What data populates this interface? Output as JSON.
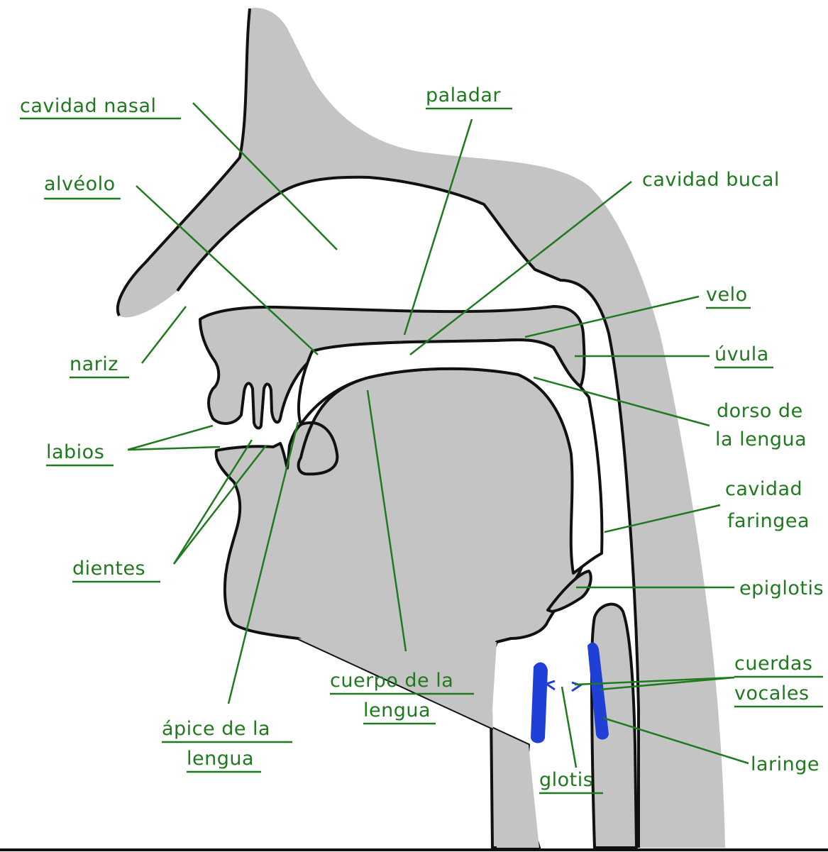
{
  "labels": {
    "cavidad_nasal": "cavidad nasal",
    "paladar": "paladar",
    "alveolo": "alvéolo",
    "cavidad_bucal": "cavidad bucal",
    "velo": "velo",
    "nariz": "nariz",
    "uvula": "úvula",
    "dorso_l1": "dorso de",
    "dorso_l2": "la lengua",
    "labios": "labios",
    "faringea_l1": "cavidad",
    "faringea_l2": "faringea",
    "dientes": "dientes",
    "epiglotis": "epiglotis",
    "cuerpo_l1": "cuerpo de la",
    "cuerpo_l2": "lengua",
    "cuerdas_l1": "cuerdas",
    "cuerdas_l2": "vocales",
    "apice_l1": "ápice de la",
    "apice_l2": "lengua",
    "laringe": "laringe",
    "glotis": "glotis"
  },
  "colors": {
    "tissue": "#c4c4c4",
    "label": "#1f7a1f",
    "vocal_cords": "#1f3fd6",
    "outline": "#111111"
  }
}
